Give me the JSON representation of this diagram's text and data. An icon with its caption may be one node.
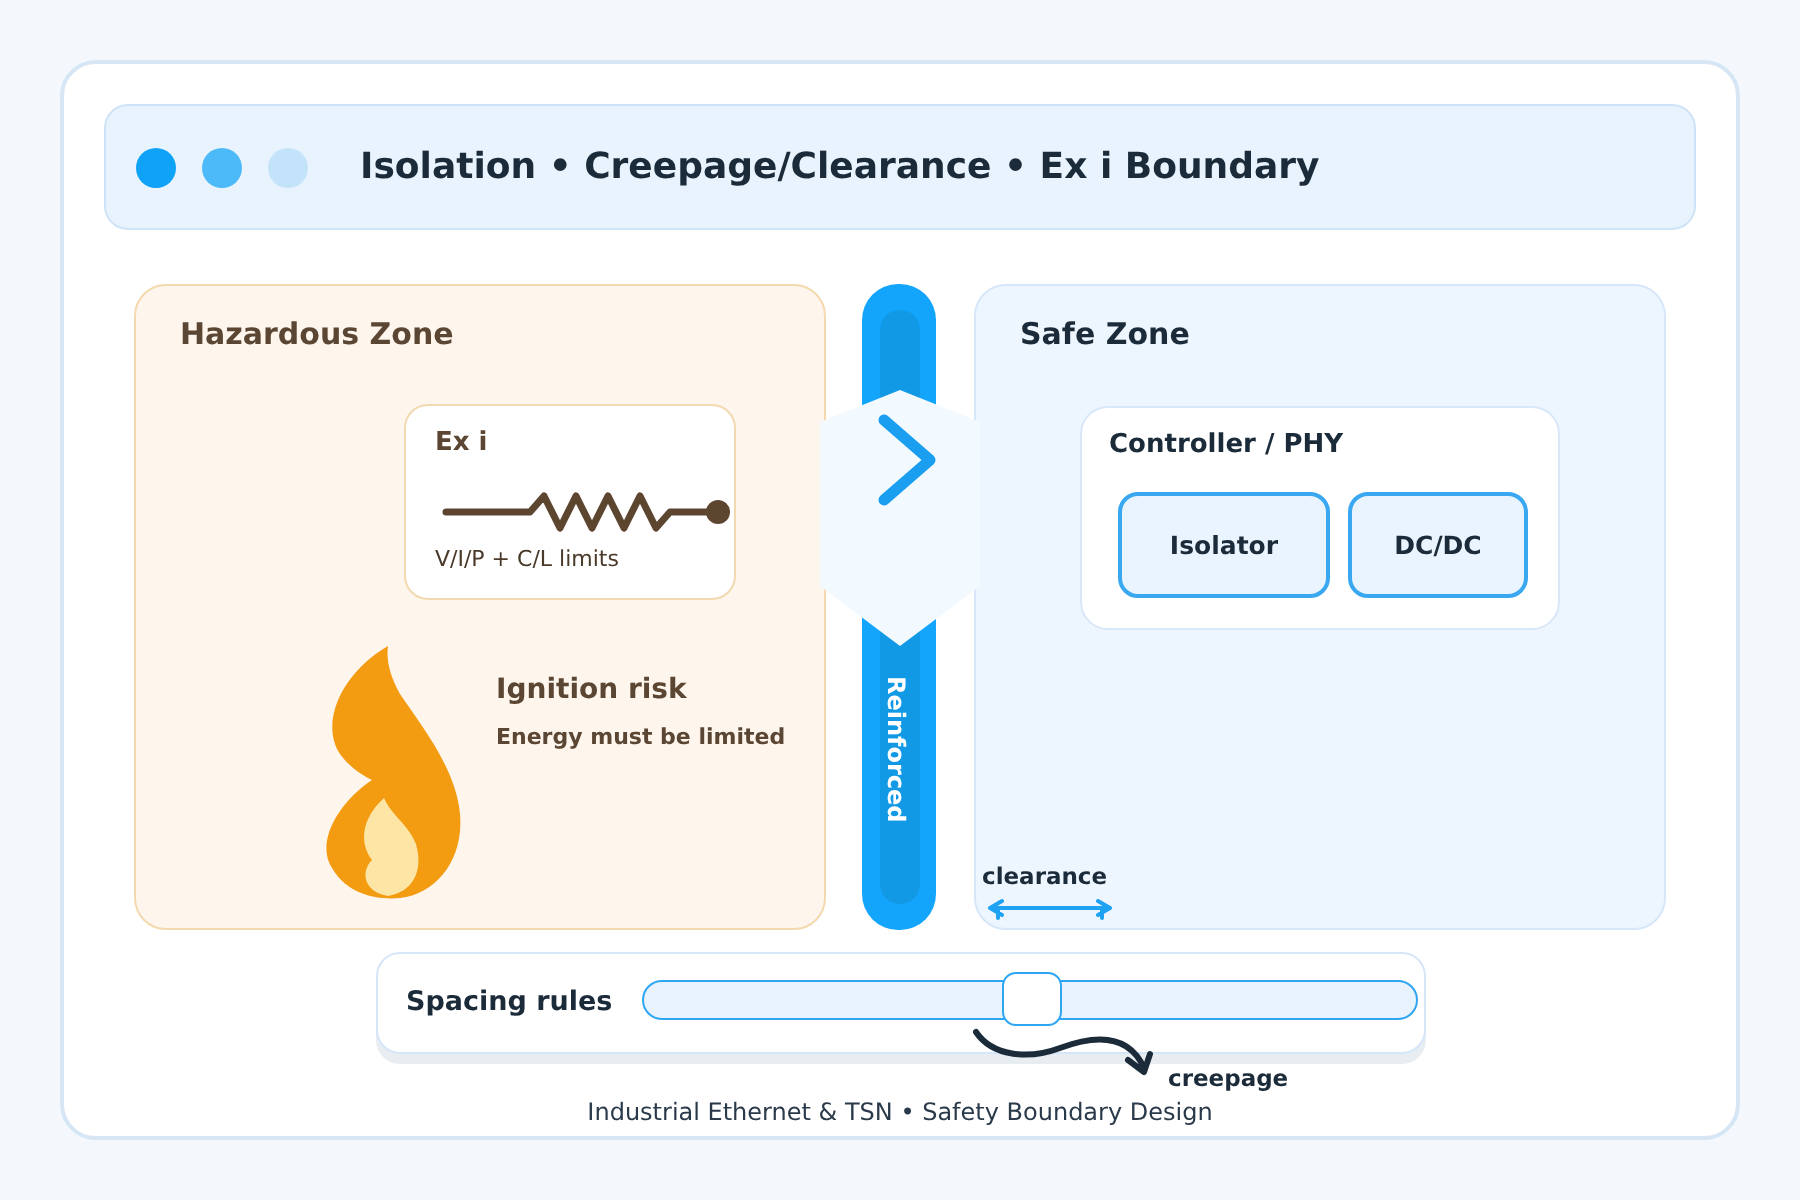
{
  "diagram": {
    "title": "Isolation • Creepage/Clearance • Ex i Boundary",
    "caption": "Industrial Ethernet & TSN • Safety Boundary Design",
    "nodes": [
      {
        "text": [
          "Hazardous Zone"
        ]
      },
      {
        "text": [
          "Ex i",
          "V/I/P + C/L limits"
        ],
        "in": 0
      },
      {
        "text": [
          "Reinforced"
        ]
      },
      {
        "text": [
          "Safe Zone"
        ]
      },
      {
        "text": [
          "Controller / PHY"
        ],
        "in": 3
      },
      {
        "text": [
          "Isolator"
        ],
        "in": 4
      },
      {
        "text": [
          "DC/DC"
        ],
        "in": 4
      },
      {
        "text": [
          "Spacing rules"
        ]
      }
    ],
    "labels": [
      "Ignition risk",
      "Energy must be limited",
      "clearance",
      "creepage"
    ]
  }
}
